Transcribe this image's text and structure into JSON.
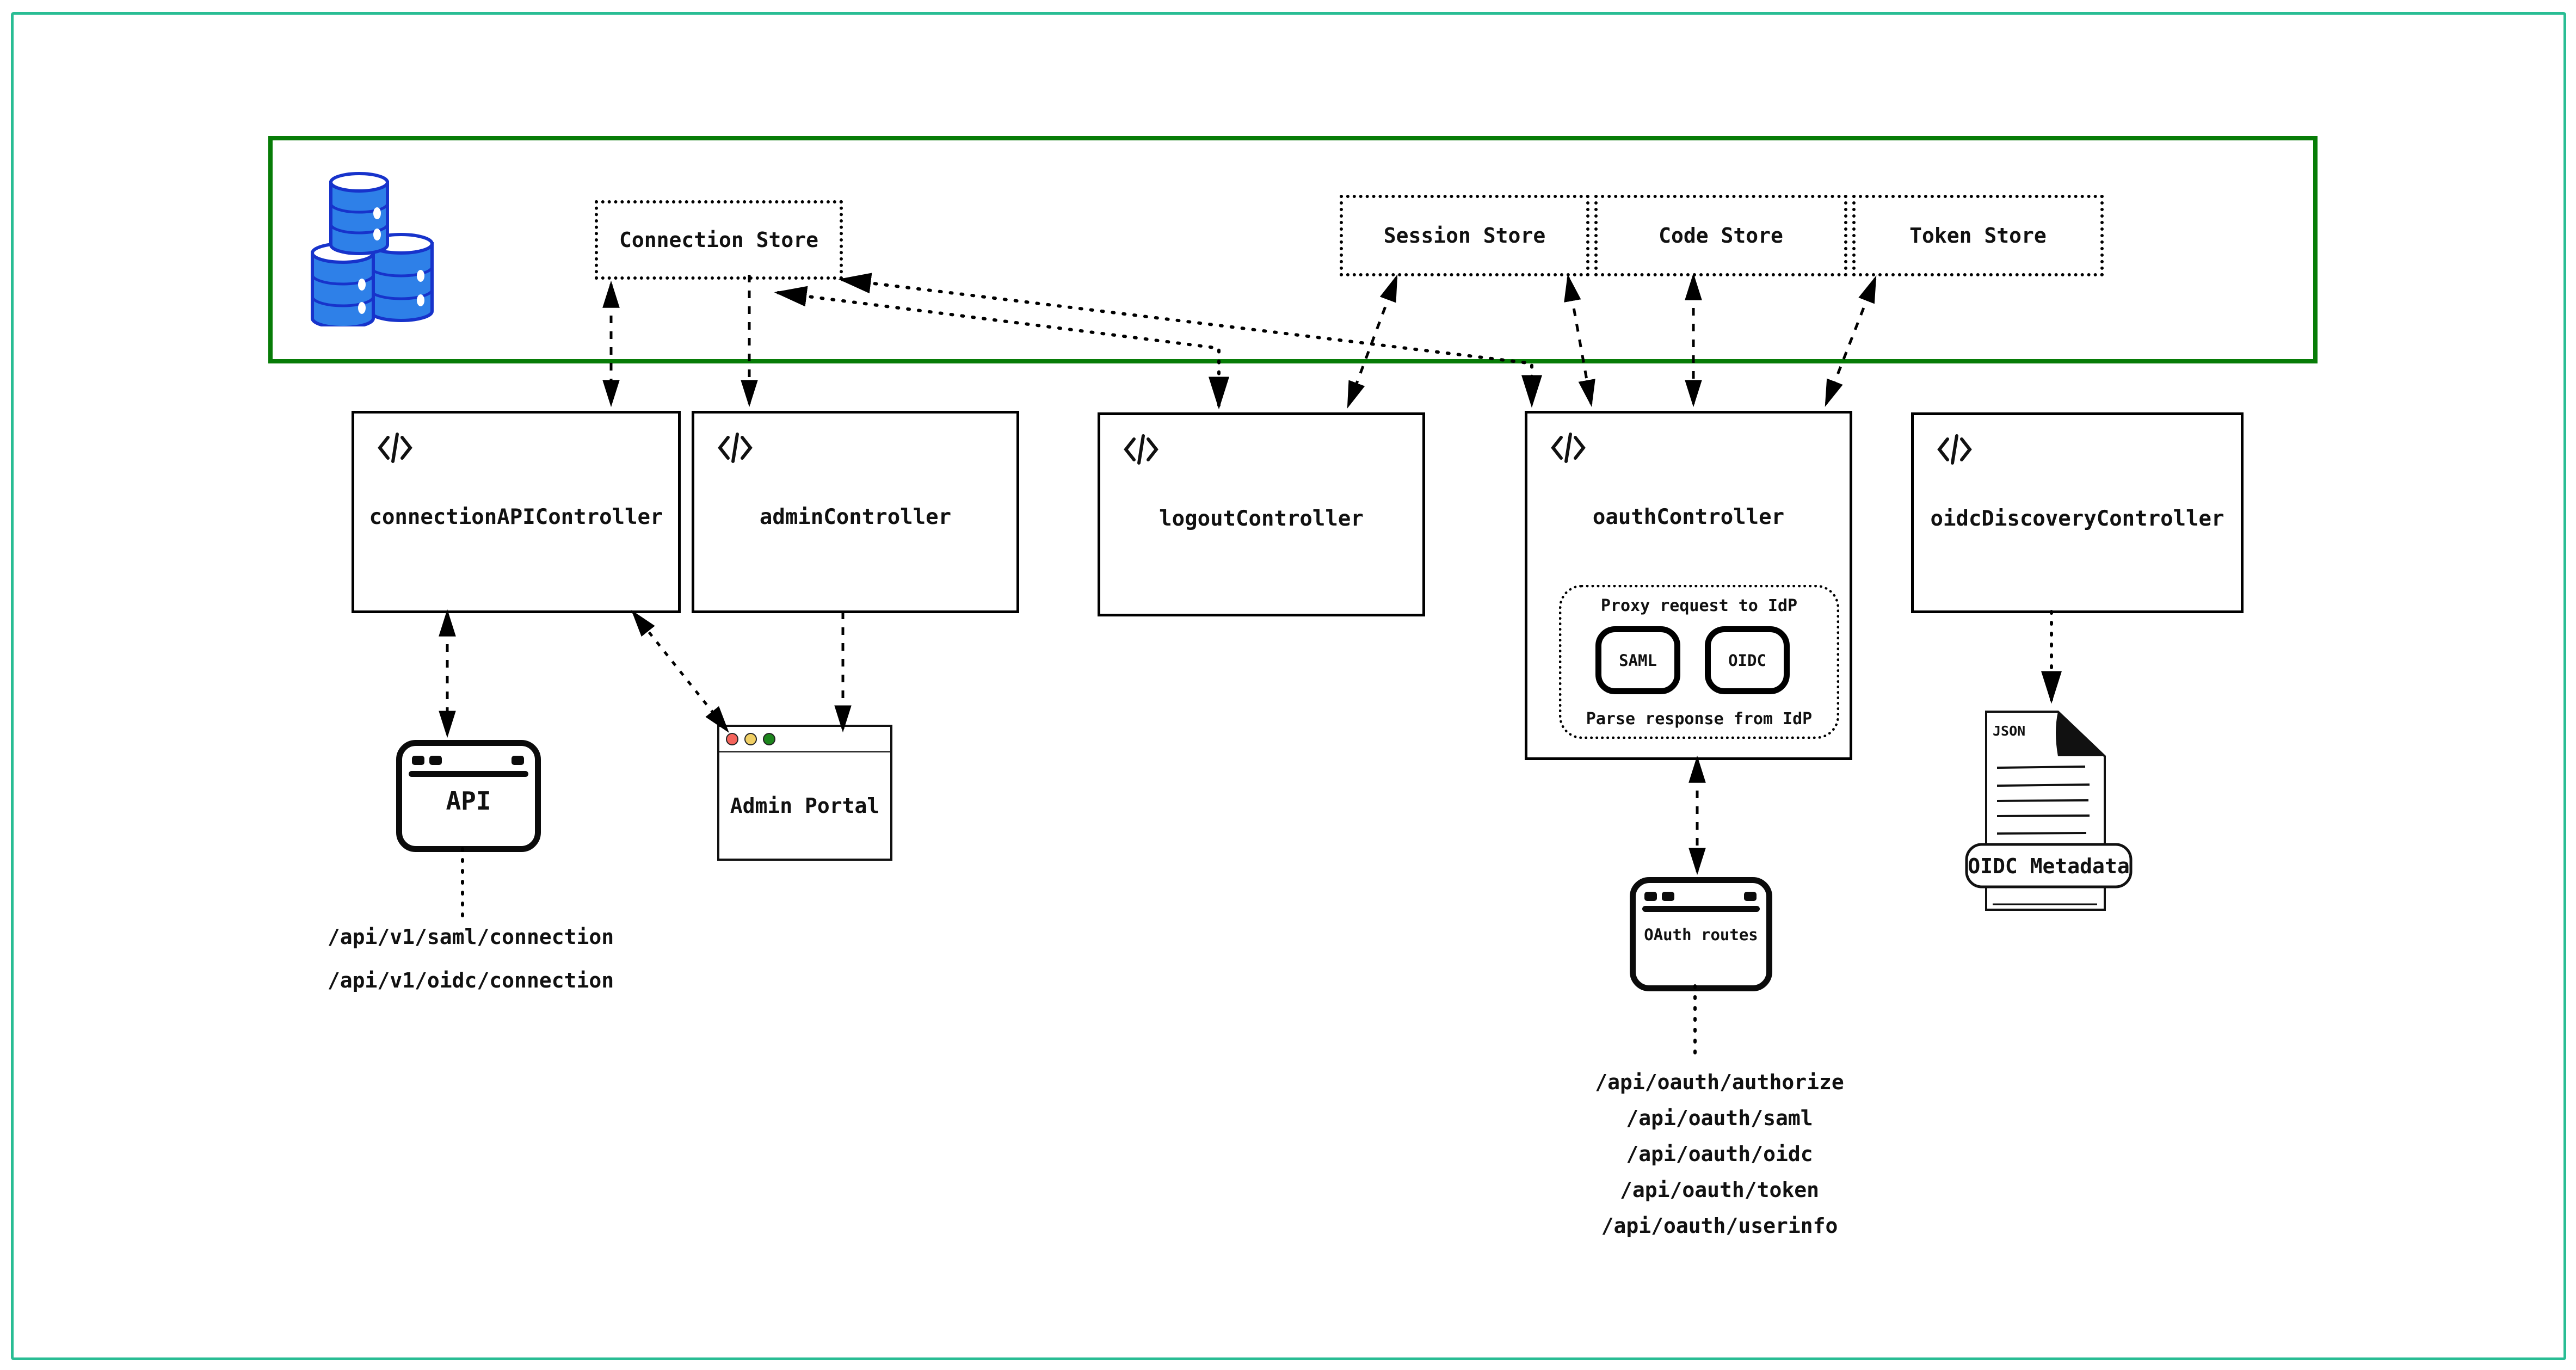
{
  "colors": {
    "frame_teal": "#29bd94",
    "layer_green": "#077c07",
    "db_blue_fill": "#2e80e8",
    "db_blue_stroke": "#1733cb",
    "traffic_red": "#f4645c",
    "traffic_yellow": "#f0cf65",
    "traffic_green": "#1d851d"
  },
  "data_layer": {
    "stores": [
      {
        "label": "Connection Store"
      },
      {
        "label": "Session Store"
      },
      {
        "label": "Code Store"
      },
      {
        "label": "Token Store"
      }
    ]
  },
  "controllers": [
    {
      "label": "connectionAPIController",
      "icon": "code-icon"
    },
    {
      "label": "adminController",
      "icon": "code-icon"
    },
    {
      "label": "logoutController",
      "icon": "code-icon"
    },
    {
      "label": "oauthController",
      "icon": "code-icon",
      "idp_proxy": {
        "request_label": "Proxy request to IdP",
        "protocols": [
          "SAML",
          "OIDC"
        ],
        "response_label": "Parse response from IdP"
      }
    },
    {
      "label": "oidcDiscoveryController",
      "icon": "code-icon"
    }
  ],
  "clients": {
    "api_window": {
      "label": "API"
    },
    "admin_portal": {
      "label": "Admin Portal"
    },
    "oauth_window": {
      "label": "OAuth routes"
    }
  },
  "api_routes": [
    "/api/v1/saml/connection",
    "/api/v1/oidc/connection"
  ],
  "oauth_routes": [
    "/api/oauth/authorize",
    "/api/oauth/saml",
    "/api/oauth/oidc",
    "/api/oauth/token",
    "/api/oauth/userinfo"
  ],
  "oidc_metadata": {
    "file_type": "JSON",
    "label": "OIDC Metadata"
  }
}
